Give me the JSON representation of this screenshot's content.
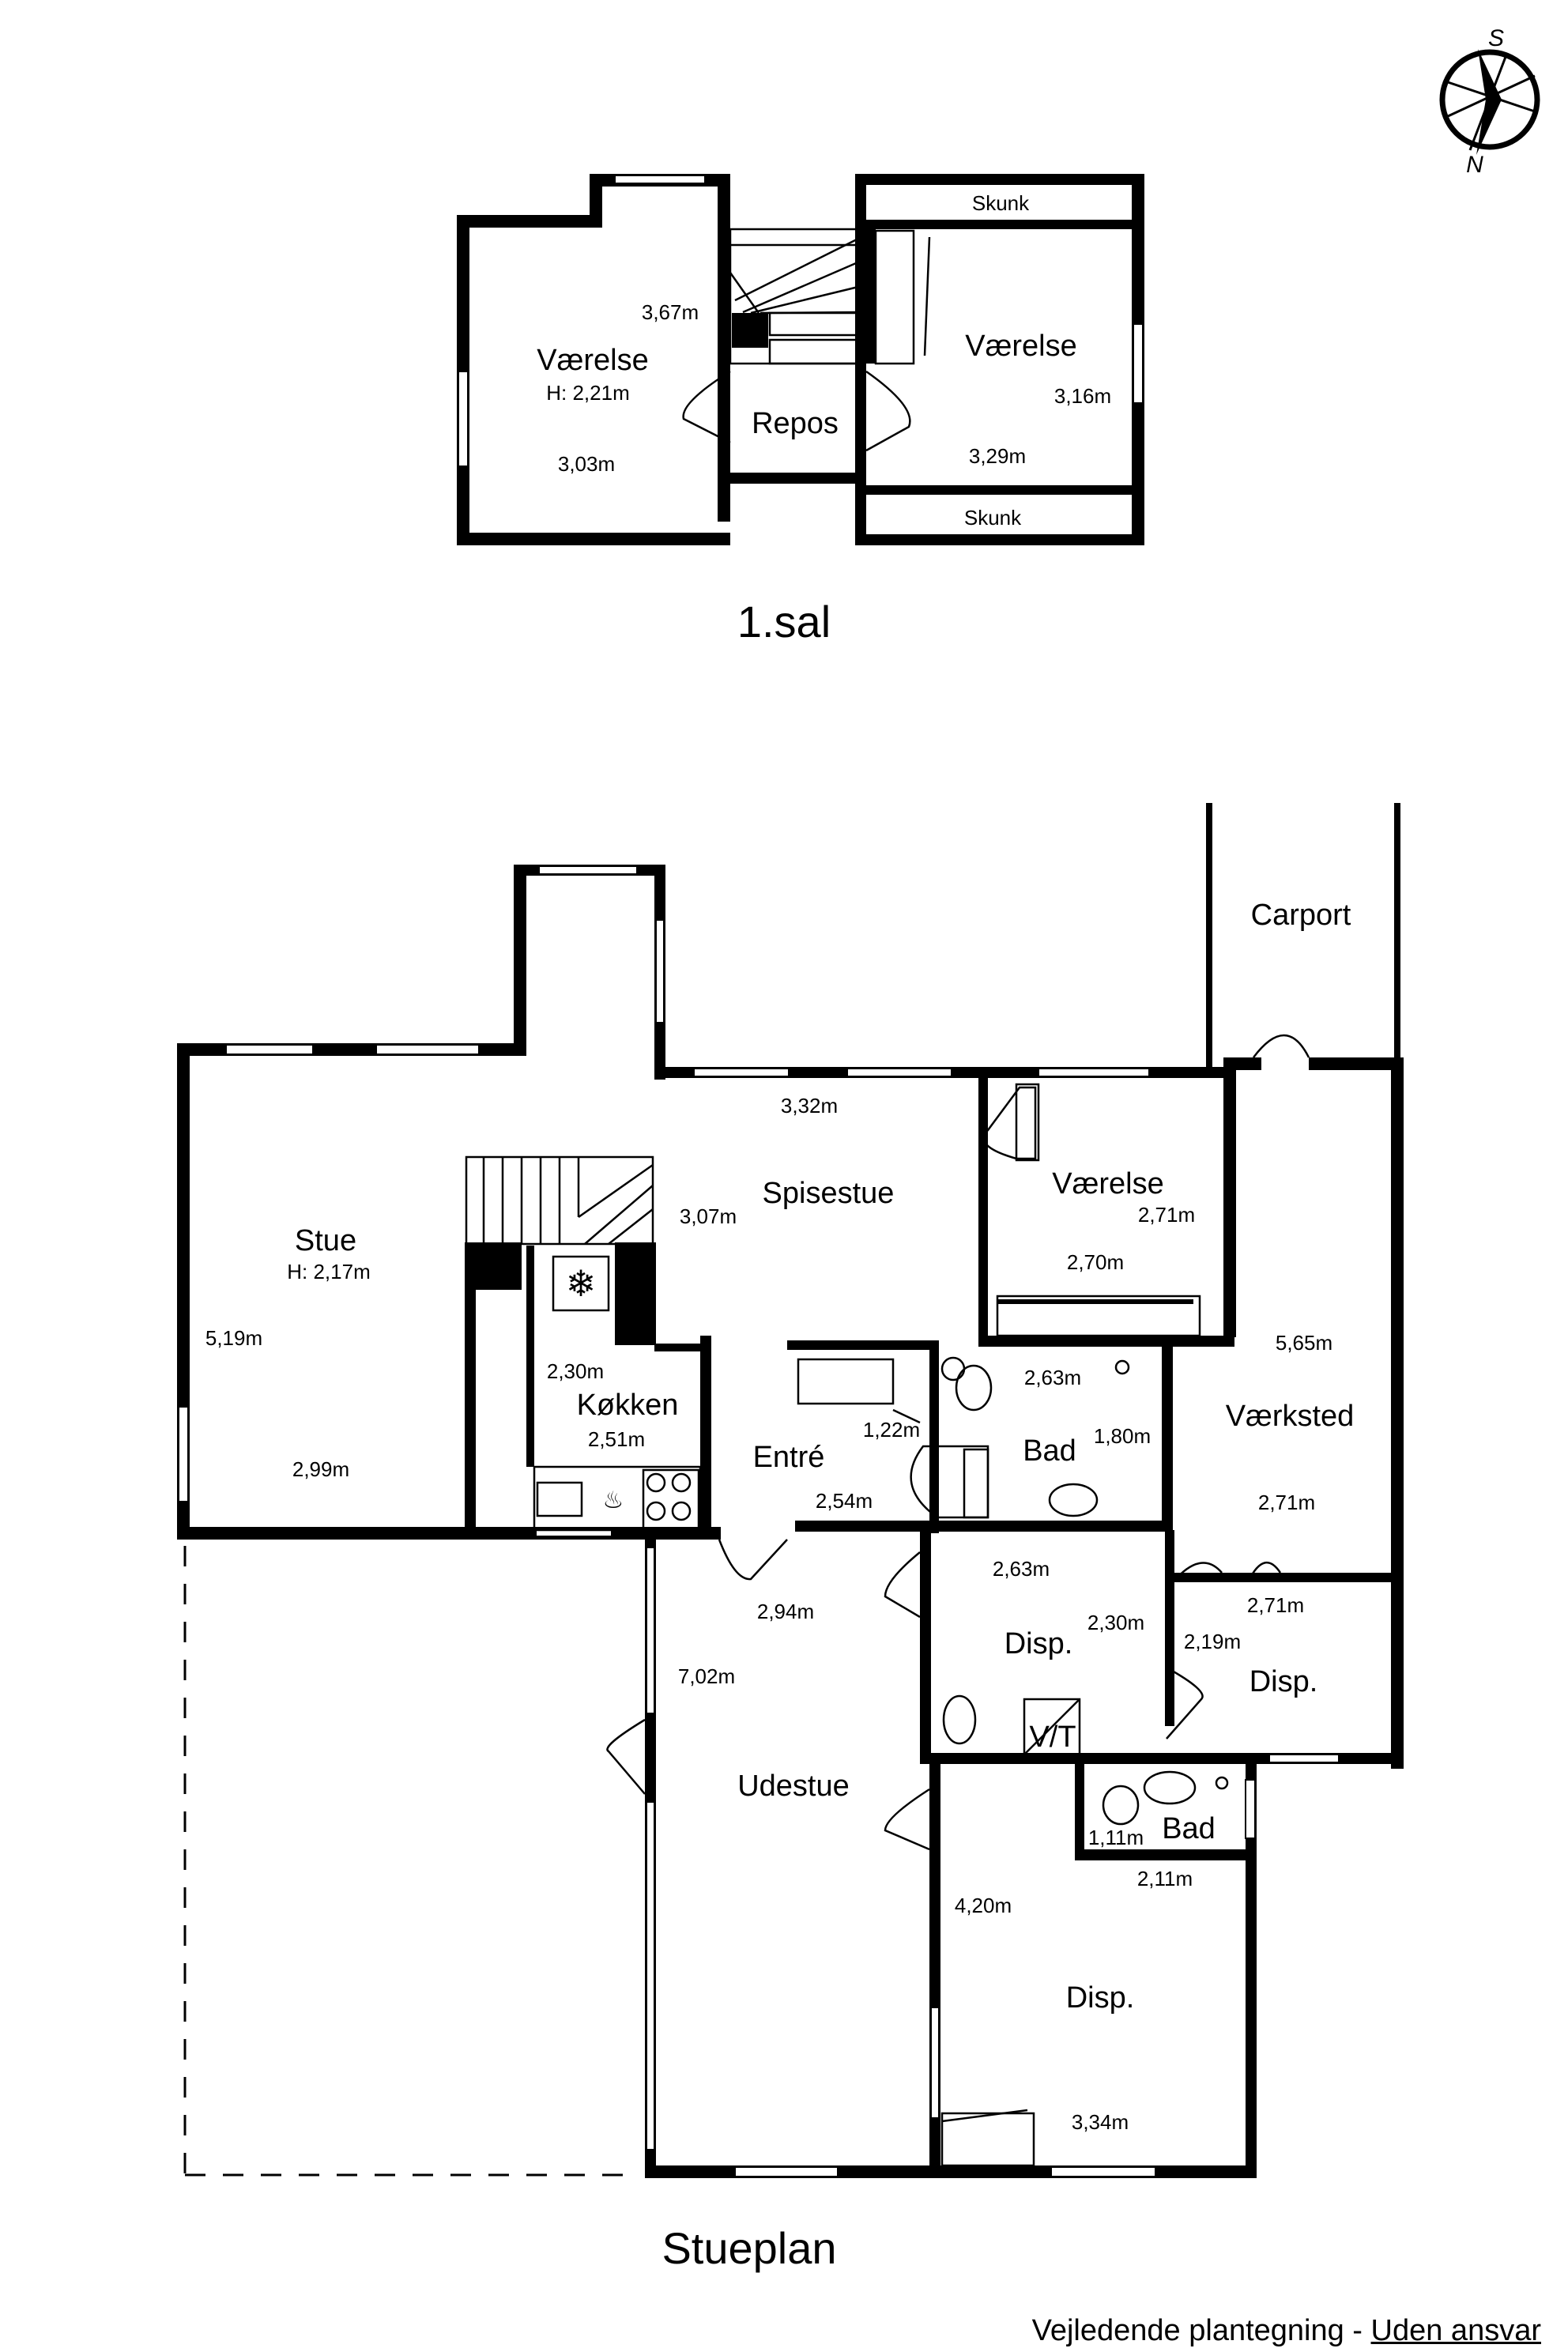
{
  "compass": {
    "top_letter": "S",
    "bottom_letter": "N"
  },
  "first_floor": {
    "title": "1.sal",
    "rooms": {
      "vaerelse_left": "Værelse",
      "vaerelse_left_height": "H: 2,21m",
      "vaerelse_right": "Værelse",
      "repos": "Repos",
      "skunk_top": "Skunk",
      "skunk_bottom": "Skunk"
    },
    "dims": {
      "left_w": "3,67m",
      "left_d": "3,03m",
      "right_h": "3,16m",
      "right_w": "3,29m"
    }
  },
  "ground_floor": {
    "title": "Stueplan",
    "rooms": {
      "stue": "Stue",
      "stue_height": "H: 2,17m",
      "spisestue": "Spisestue",
      "vaerelse": "Værelse",
      "carport": "Carport",
      "koekken": "Køkken",
      "entre": "Entré",
      "bad_1": "Bad",
      "vaerksted": "Værksted",
      "disp_1": "Disp.",
      "disp_2": "Disp.",
      "udestue": "Udestue",
      "bad_2": "Bad",
      "disp_3": "Disp.",
      "vt": "V/T"
    },
    "dims": {
      "spise_w": "3,32m",
      "spise_h": "3,07m",
      "vaer_h": "2,71m",
      "vaer_w": "2,70m",
      "stue_h": "5,19m",
      "stue_w": "2,99m",
      "koek_h": "2,30m",
      "koek_w": "2,51m",
      "entre_a": "1,22m",
      "entre_w": "2,54m",
      "bad_w": "2,63m",
      "bad_h": "1,80m",
      "vaerk_h": "5,65m",
      "vaerk_w": "2,71m",
      "disp1_w": "2,63m",
      "disp1_h": "2,30m",
      "disp2_w": "2,71m",
      "disp2_h": "2,19m",
      "ude_w": "2,94m",
      "ude_h": "7,02m",
      "bad2_a": "1,11m",
      "bad2_b": "2,11m",
      "disp3_h": "4,20m",
      "disp3_w": "3,34m"
    }
  },
  "disclaimer": {
    "text": "Vejledende plantegning - ",
    "link": "Uden ansvar"
  }
}
